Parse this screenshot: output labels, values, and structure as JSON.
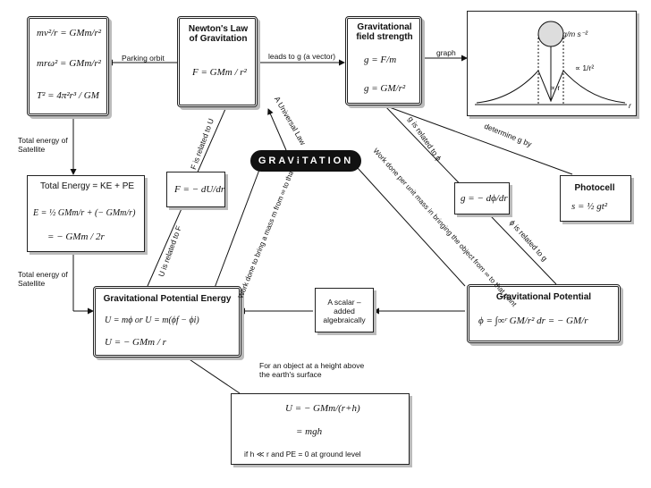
{
  "center": {
    "label": "GRAVITATION"
  },
  "newton": {
    "title": "Newton's Law of Gravitation",
    "eq": "F = GMm / r²"
  },
  "orbit": {
    "eq1": "mv²/r = GMm/r²",
    "eq2": "mrω² = GMm/r²",
    "eq3": "T² = 4π²r³ / GM"
  },
  "field": {
    "title": "Gravitational field strength",
    "eq1": "g = F/m",
    "eq2": "g = GM/r²"
  },
  "graph": {
    "ylabel": "g/m s⁻²",
    "xlabel": "r",
    "curve_label": "∝ 1/r²",
    "inner_label": "∝ r"
  },
  "energy": {
    "title": "Total Energy = KE + PE",
    "eq1": "E = ½ GMm/r + (− GMm/r)",
    "eq2": "= − GMm / 2r"
  },
  "force_u": {
    "eq": "F = − dU/dr"
  },
  "g_phi": {
    "eq": "g = − dϕ/dr"
  },
  "photocell": {
    "title": "Photocell",
    "eq": "s = ½ gt²"
  },
  "gpe": {
    "title": "Gravitational Potential Energy",
    "eq1": "U = mϕ   or   U = m(ϕf − ϕi)",
    "eq2": "U = − GMm / r"
  },
  "scalar": {
    "text": "A scalar – added algebraically"
  },
  "potential": {
    "title": "Gravitational Potential",
    "eq": "ϕ = ∫∞ʳ GM/r² dr = − GM/r"
  },
  "height": {
    "caption": "For an object at a height above the earth's surface",
    "eq1": "U = − GMm/(r+h)",
    "eq2": "= mgh",
    "note": "if h ≪ r and PE = 0 at ground level"
  },
  "links": {
    "parking_orbit": "Parking orbit",
    "leads_to": "leads to g (a vector)",
    "graph": "graph",
    "total_energy_1": "Total energy of Satellite",
    "total_energy_2": "Total energy of Satellite",
    "universal": "A Universal Law",
    "f_related_u": "F is related to U",
    "u_related_f": "U is related to F",
    "work_mass": "Work done to bring a mass m from ∞ to that point",
    "work_unit": "Work done per unit mass in bringing the object from ∞ to that point",
    "g_related_phi": "g is related to ϕ",
    "phi_related_g": "ϕ is related to g",
    "determine": "determine g by"
  }
}
